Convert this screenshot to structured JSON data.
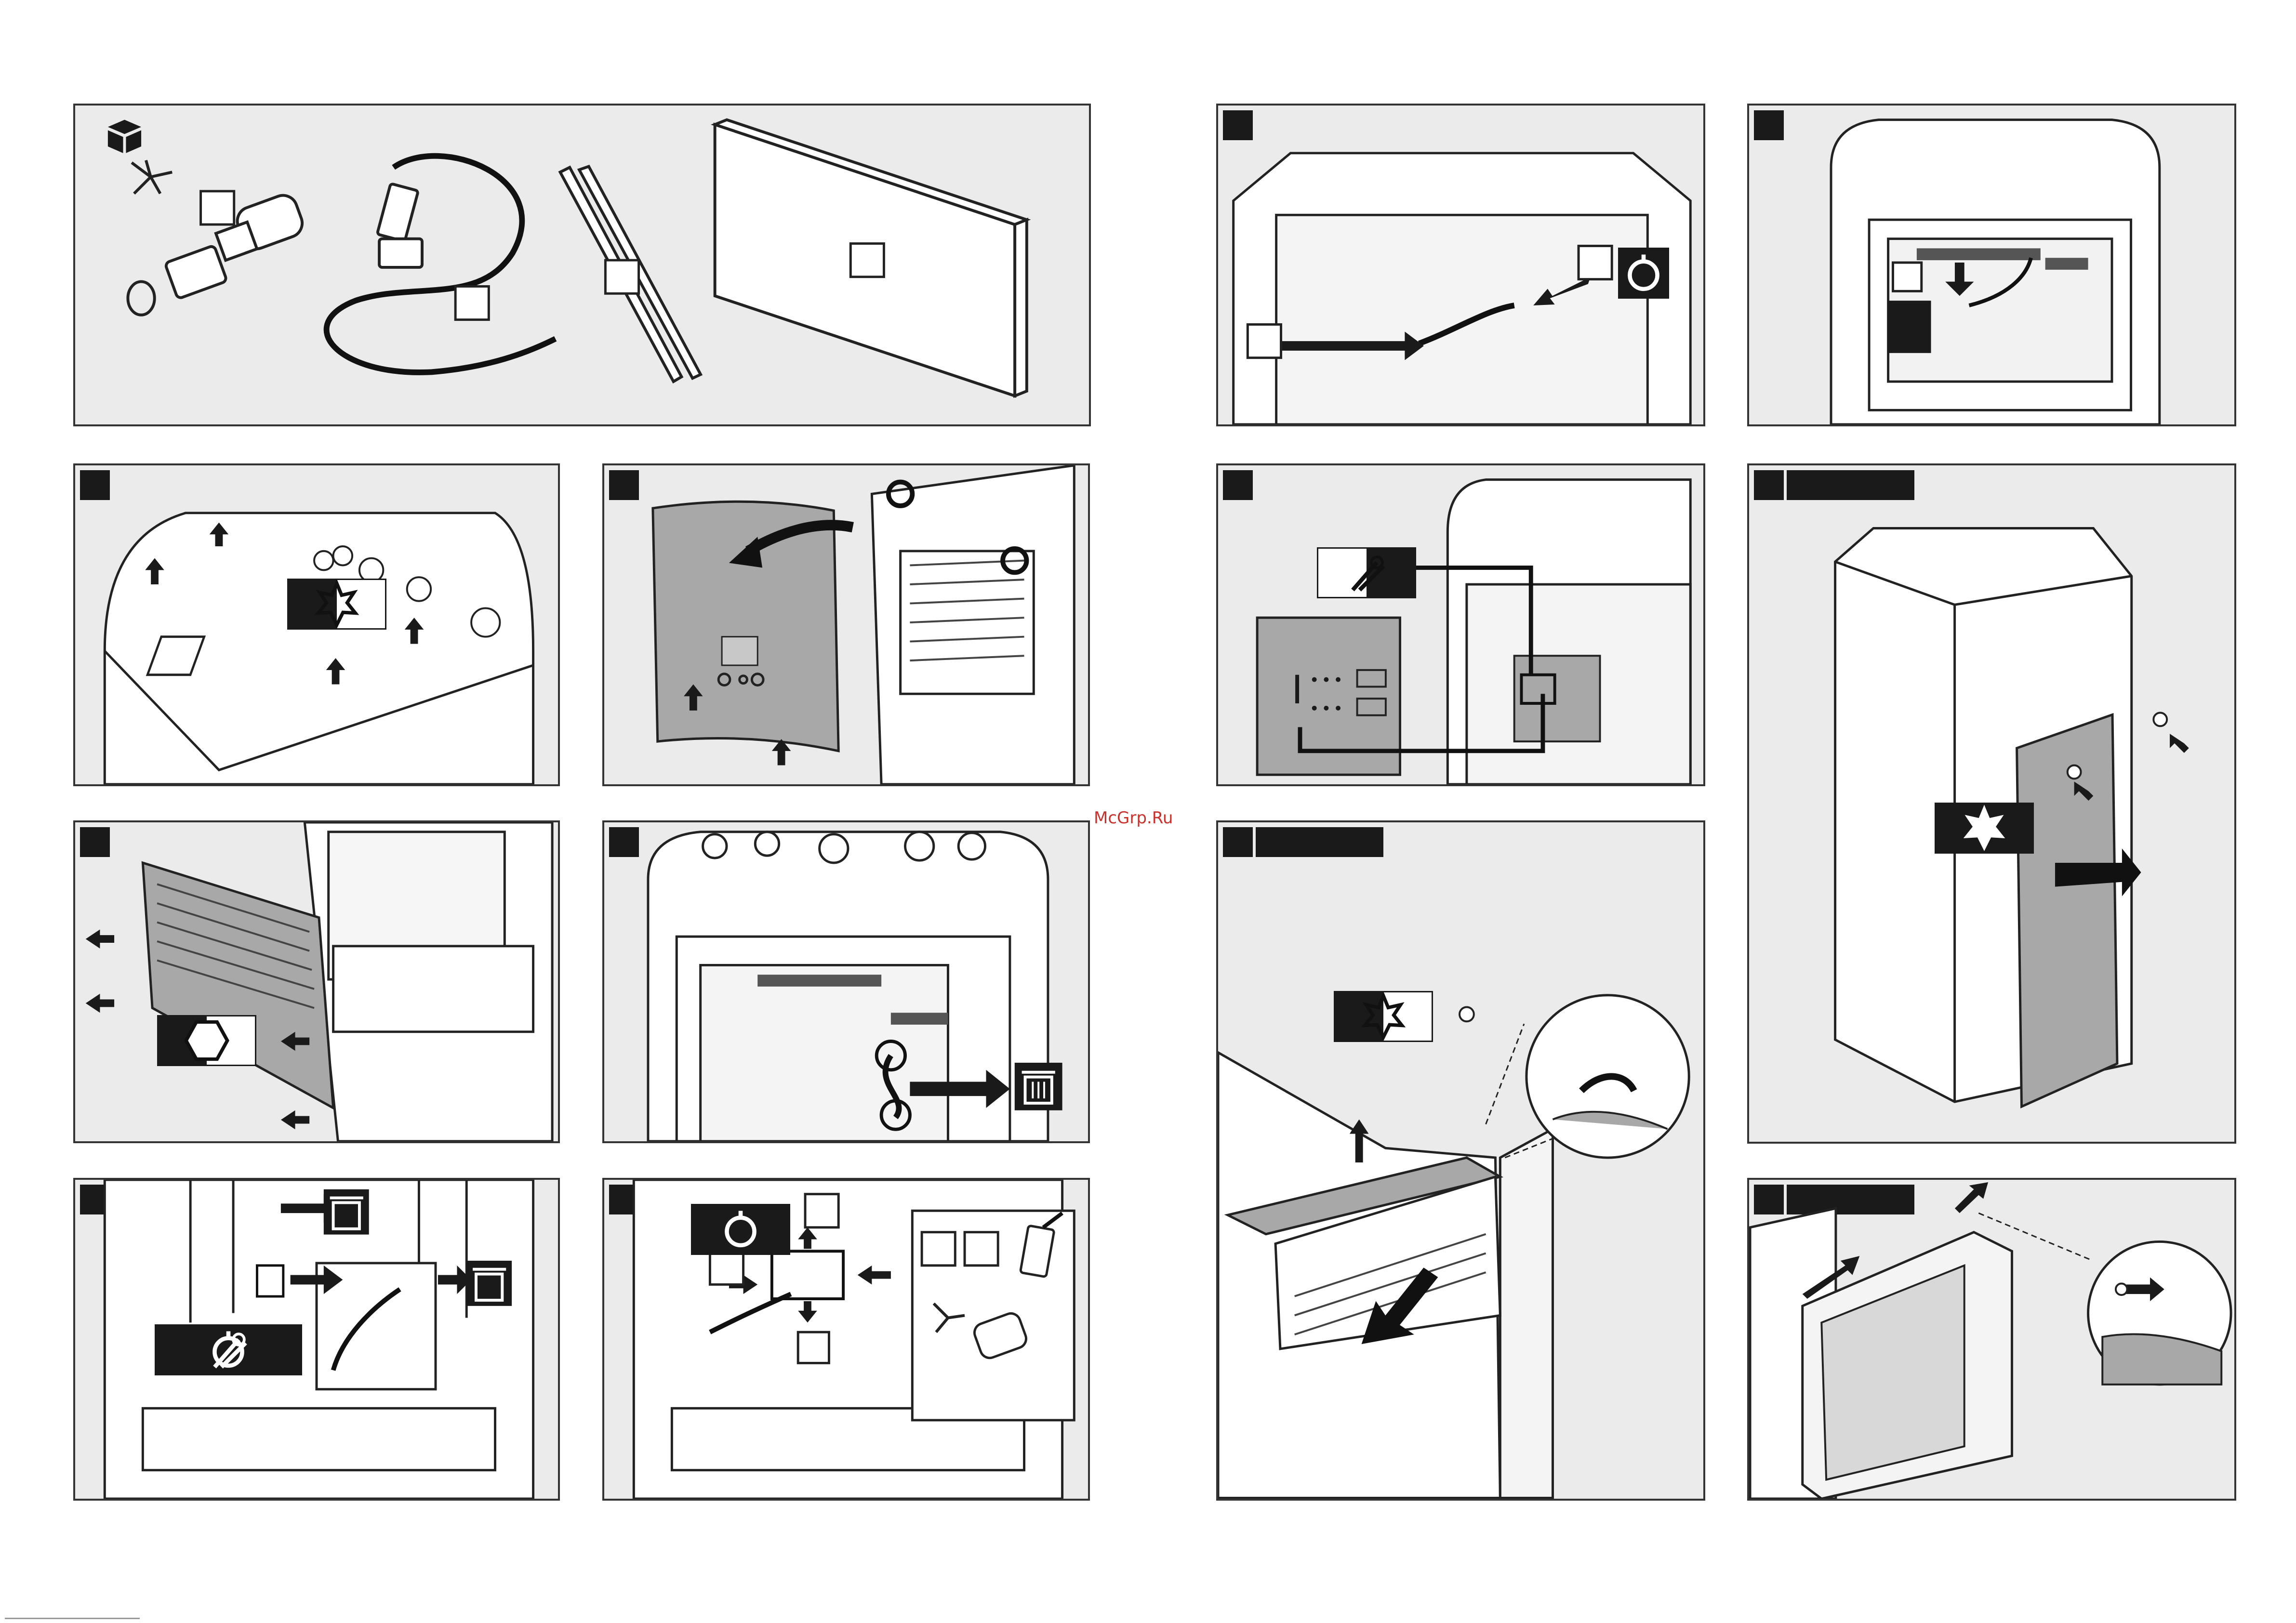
{
  "watermark": "McGrp.Ru",
  "panels": [
    {
      "id": "kit-contents",
      "icon": "box-icon"
    },
    {
      "id": "step-1"
    },
    {
      "id": "step-2"
    },
    {
      "id": "step-3"
    },
    {
      "id": "step-4"
    },
    {
      "id": "step-5"
    },
    {
      "id": "step-6"
    },
    {
      "id": "step-7"
    },
    {
      "id": "step-8"
    },
    {
      "id": "step-9"
    },
    {
      "id": "step-10"
    },
    {
      "id": "step-11"
    },
    {
      "id": "step-12"
    }
  ],
  "icons": [
    "box-icon",
    "torx-screwdriver-icon",
    "hex-wrench-icon",
    "trash-icon",
    "cable-tie-cutter-icon",
    "cable-tie-icon"
  ],
  "colors": {
    "panel_bg": "#ebebeb",
    "frame": "#333333",
    "label_box": "#1a1a1a",
    "cover_grey": "#a8a8a8",
    "watermark": "#c8322c"
  }
}
